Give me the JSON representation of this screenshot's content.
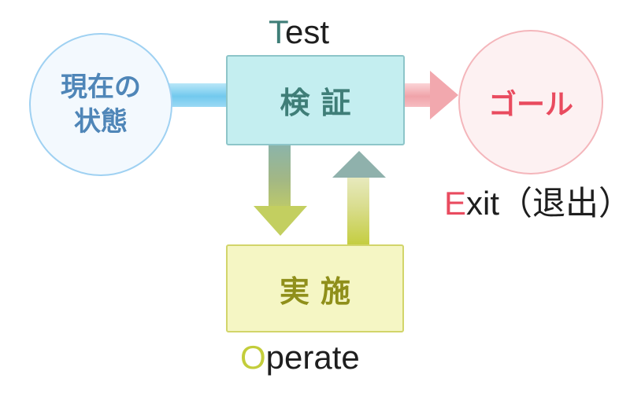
{
  "diagram": {
    "current_state": {
      "label": "現在の\n状態"
    },
    "test": {
      "label": "検証",
      "caption_initial": "T",
      "caption_rest": "est"
    },
    "goal": {
      "label": "ゴール",
      "caption_initial": "E",
      "caption_rest": "xit（退出）"
    },
    "operate": {
      "label": "実施",
      "caption_initial": "O",
      "caption_rest": "perate"
    }
  },
  "colors": {
    "test_accent": "#3f7e78",
    "goal_accent": "#e94b5f",
    "operate_accent": "#c3cd3b",
    "current_accent": "#4f86b8"
  }
}
